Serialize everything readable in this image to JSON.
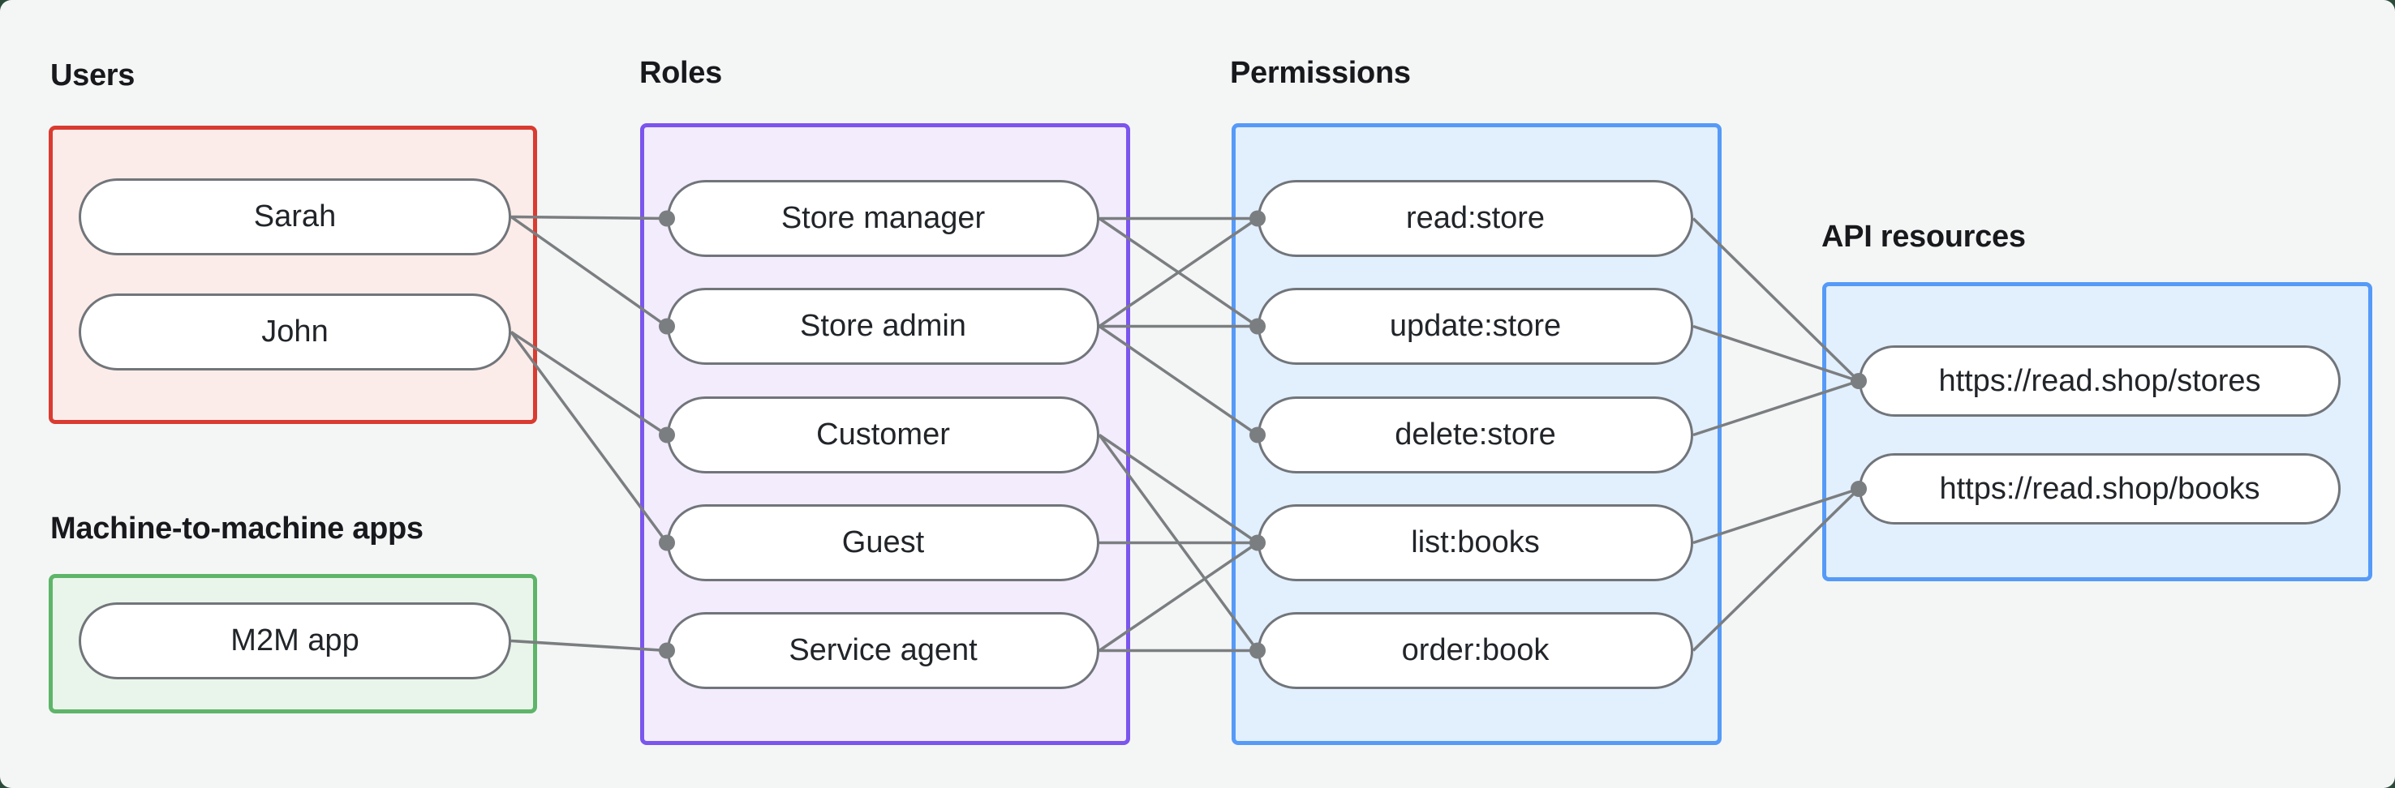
{
  "canvas": {
    "background": "#f4f6f6",
    "corner_background": "#2a4b3a"
  },
  "diagram": {
    "edge_color": "#7b7e80",
    "dot_color": "#7b7e80",
    "node_border_color": "#71757a",
    "node_fill_color": "#ffffff",
    "label_text_color": "#17191c"
  },
  "sections": {
    "users": {
      "label": "Users",
      "border_color": "#da3b30",
      "fill_color": "#fcece9",
      "items": [
        {
          "id": "sarah",
          "label": "Sarah"
        },
        {
          "id": "john",
          "label": "John"
        }
      ]
    },
    "m2m": {
      "label": "Machine-to-machine apps",
      "border_color": "#5eb569",
      "fill_color": "#e9f5ea",
      "items": [
        {
          "id": "m2m",
          "label": "M2M app"
        }
      ]
    },
    "roles": {
      "label": "Roles",
      "border_color": "#7b55ee",
      "fill_color": "#f2ecfd",
      "items": [
        {
          "id": "store-manager",
          "label": "Store manager"
        },
        {
          "id": "store-admin",
          "label": "Store admin"
        },
        {
          "id": "customer",
          "label": "Customer"
        },
        {
          "id": "guest",
          "label": "Guest"
        },
        {
          "id": "service-agent",
          "label": "Service agent"
        }
      ]
    },
    "permissions": {
      "label": "Permissions",
      "border_color": "#569af8",
      "fill_color": "#e2effd",
      "items": [
        {
          "id": "read-store",
          "label": "read:store"
        },
        {
          "id": "update-store",
          "label": "update:store"
        },
        {
          "id": "delete-store",
          "label": "delete:store"
        },
        {
          "id": "list-books",
          "label": "list:books"
        },
        {
          "id": "order-book",
          "label": "order:book"
        }
      ]
    },
    "api_resources": {
      "label": "API resources",
      "border_color": "#569af8",
      "fill_color": "#e2effd",
      "items": [
        {
          "id": "api-stores",
          "label": "https://read.shop/stores"
        },
        {
          "id": "api-books",
          "label": "https://read.shop/books"
        }
      ]
    }
  },
  "connections": [
    {
      "from": "sarah",
      "to": "store-manager"
    },
    {
      "from": "sarah",
      "to": "store-admin"
    },
    {
      "from": "john",
      "to": "customer"
    },
    {
      "from": "john",
      "to": "guest"
    },
    {
      "from": "m2m",
      "to": "service-agent"
    },
    {
      "from": "store-manager",
      "to": "read-store"
    },
    {
      "from": "store-manager",
      "to": "update-store"
    },
    {
      "from": "store-admin",
      "to": "read-store"
    },
    {
      "from": "store-admin",
      "to": "update-store"
    },
    {
      "from": "store-admin",
      "to": "delete-store"
    },
    {
      "from": "customer",
      "to": "list-books"
    },
    {
      "from": "customer",
      "to": "order-book"
    },
    {
      "from": "guest",
      "to": "list-books"
    },
    {
      "from": "service-agent",
      "to": "list-books"
    },
    {
      "from": "service-agent",
      "to": "order-book"
    },
    {
      "from": "read-store",
      "to": "api-stores"
    },
    {
      "from": "update-store",
      "to": "api-stores"
    },
    {
      "from": "delete-store",
      "to": "api-stores"
    },
    {
      "from": "list-books",
      "to": "api-books"
    },
    {
      "from": "order-book",
      "to": "api-books"
    }
  ]
}
